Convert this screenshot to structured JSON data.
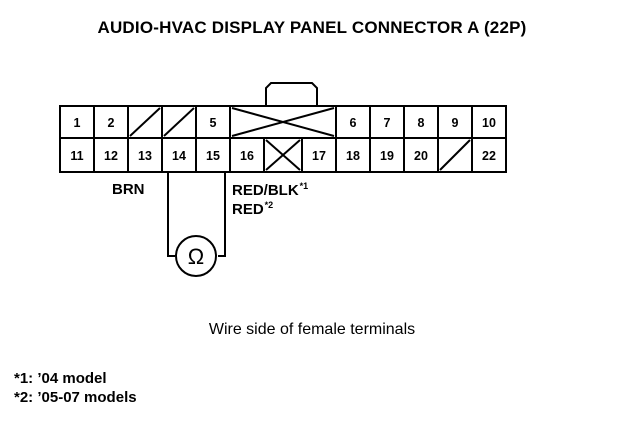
{
  "title": "AUDIO-HVAC DISPLAY PANEL CONNECTOR A (22P)",
  "connector": {
    "row1": [
      "1",
      "2",
      "",
      "",
      "5",
      "",
      "",
      "6",
      "7",
      "8",
      "9",
      "10"
    ],
    "row2": [
      "11",
      "12",
      "13",
      "14",
      "15",
      "16",
      "",
      "17",
      "18",
      "19",
      "20",
      "",
      "22"
    ]
  },
  "labels": {
    "wire_left": "BRN",
    "wire_right_1": "RED/BLK",
    "wire_right_1_mark": "*1",
    "wire_right_2": "RED",
    "wire_right_2_mark": "*2",
    "meter_symbol": "Ω"
  },
  "caption": "Wire side of female terminals",
  "notes": [
    {
      "mark": "*1:",
      "text": "’04 model"
    },
    {
      "mark": "*2:",
      "text": "’05-07 models"
    }
  ]
}
